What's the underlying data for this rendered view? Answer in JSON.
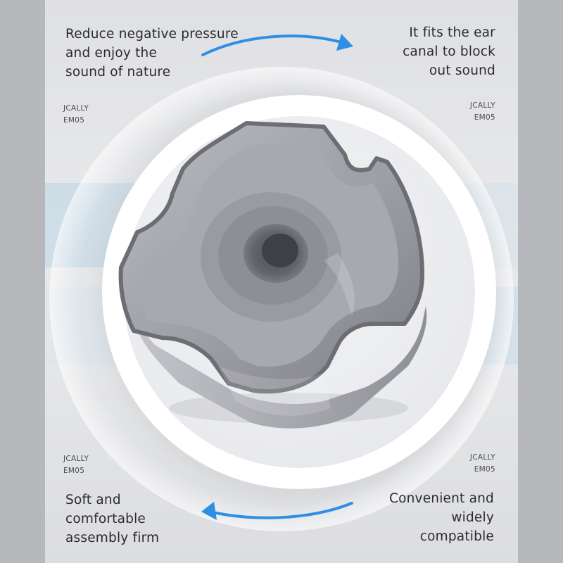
{
  "captions": {
    "top_left": [
      "Reduce negative pressure",
      "and enjoy the",
      "sound of nature"
    ],
    "top_right": [
      "It fits the ear",
      "canal to block",
      "out sound"
    ],
    "bottom_left": [
      "Soft and",
      "comfortable",
      "assembly firm"
    ],
    "bottom_right": [
      "Convenient and",
      "widely",
      "compatible"
    ]
  },
  "brand_marks": {
    "top_left": [
      "JCALLY",
      "EM05"
    ],
    "top_right": [
      "JCALLY",
      "EM05"
    ],
    "bottom_left": [
      "JCALLY",
      "EM05"
    ],
    "bottom_right": [
      "JCALLY",
      "EM05"
    ]
  },
  "colors": {
    "arrow_accent": "#2f8fe6",
    "ear_tip_gray": "#8d8e95",
    "text": "#2b2b2b"
  },
  "icons": {
    "top_arrow": "curved-arrow-right-icon",
    "bottom_arrow": "curved-arrow-left-icon"
  }
}
